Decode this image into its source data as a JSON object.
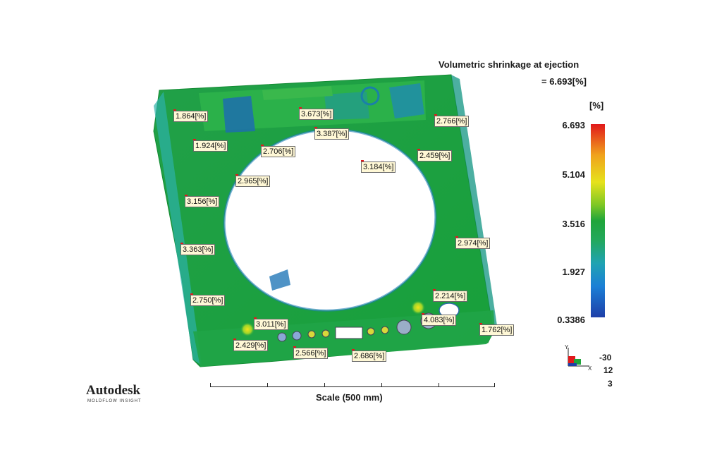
{
  "result": {
    "title": "Volumetric shrinkage at ejection",
    "value": "= 6.693[%]",
    "unit": "[%]"
  },
  "legend": {
    "ticks": [
      "6.693",
      "5.104",
      "3.516",
      "1.927",
      "0.3386"
    ],
    "colors": {
      "max": "#e1191b",
      "high": "#e6e21c",
      "mid": "#1fa53a",
      "low": "#1fa3b2",
      "min": "#1e3fa8"
    }
  },
  "probes": [
    "1.864[%]",
    "3.673[%]",
    "2.766[%]",
    "3.387[%]",
    "1.924[%]",
    "2.706[%]",
    "2.459[%]",
    "3.184[%]",
    "2.965[%]",
    "3.156[%]",
    "2.974[%]",
    "3.363[%]",
    "2.214[%]",
    "2.750[%]",
    "3.011[%]",
    "4.083[%]",
    "1.762[%]",
    "2.429[%]",
    "2.566[%]",
    "2.686[%]"
  ],
  "scale": {
    "label": "Scale (500 mm)"
  },
  "view": {
    "axes": [
      "Y",
      "X"
    ],
    "angles": [
      "-30",
      "12",
      "3"
    ]
  },
  "logo": {
    "main": "Autodesk",
    "sub": "MOLDFLOW INSIGHT"
  }
}
